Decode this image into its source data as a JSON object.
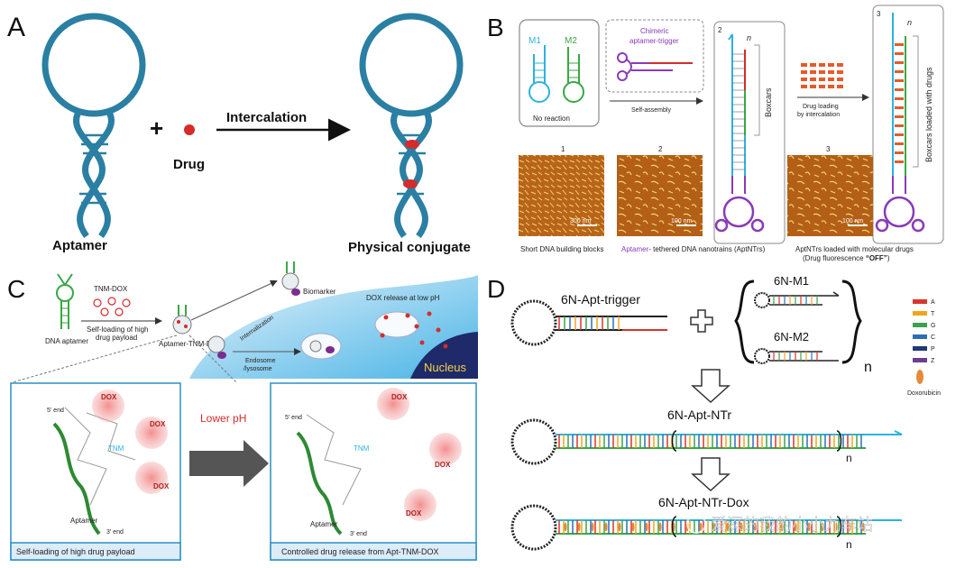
{
  "panelA": {
    "label": "A",
    "aptamer": "Aptamer",
    "plus": "+",
    "drug": "Drug",
    "intercalation": "Intercalation",
    "conjugate": "Physical conjugate"
  },
  "panelB": {
    "label": "B",
    "m1": "M1",
    "m2": "M2",
    "no_reaction": "No reaction",
    "chimeric": "Chimeric",
    "aptamer_trigger": "aptamer-trigger",
    "self_assembly": "Self-assembly",
    "step2": "2",
    "step3": "3",
    "n": "n",
    "boxcars": "Boxcars",
    "drug_loading_1": "Drug loading",
    "drug_loading_2": "by intercalation",
    "boxcars_loaded": "Boxcars loaded with drugs",
    "afm1_num": "1",
    "afm2_num": "2",
    "afm3_num": "3",
    "scale1": "300 nm",
    "scale2": "100 nm",
    "scale3": "100 nm",
    "cap1": "Short DNA building blocks",
    "cap2_colored": "Aptamer",
    "cap2_rest": "- tethered DNA nanotrains (AptNTrs)",
    "cap3_line1": "AptNTrs loaded with molecular drugs",
    "cap3_line2a": "(Drug fluorescence ",
    "cap3_line2b": "“OFF”",
    "cap3_line2c": ")"
  },
  "panelC": {
    "label": "C",
    "tnm_dox": "TNM-DOX",
    "self_loading_1": "Self-loading of high",
    "self_loading_2": "drug payload",
    "dna_aptamer": "DNA aptamer",
    "apt_tnm_dox": "Aptamer-TNM-DOX",
    "biomarker": "Biomarker",
    "internalization": "Internalization",
    "endosome_1": "Endosome",
    "endosome_2": "/lysosome",
    "dox_release": "DOX release at low pH",
    "nucleus": "Nucleus",
    "five_end_l": "5' end",
    "three_end_l": "3' end",
    "tnm_l": "TNM",
    "aptamer_l": "Aptamer",
    "dox": "DOX",
    "lower_ph": "Lower pH",
    "five_end_r": "5' end",
    "three_end_r": "3' end",
    "tnm_r": "TNM",
    "aptamer_r": "Aptamer",
    "cap_left": "Self-loading of high drug payload",
    "cap_right": "Controlled drug release from Apt-TNM-DOX"
  },
  "panelD": {
    "label": "D",
    "apt_trigger": "6N-Apt-trigger",
    "m1": "6N-M1",
    "m2": "6N-M2",
    "n_brace": "n",
    "apt_ntr": "6N-Apt-NTr",
    "n_ntr": "n",
    "apt_ntr_dox": "6N-Apt-NTr-Dox",
    "n_dox": "n",
    "legend": [
      {
        "letter": "A",
        "color": "#d9352b"
      },
      {
        "letter": "T",
        "color": "#f2a51c"
      },
      {
        "letter": "G",
        "color": "#3aa24a"
      },
      {
        "letter": "C",
        "color": "#2d6fb6"
      },
      {
        "letter": "P",
        "color": "#1f3a73"
      },
      {
        "letter": "Z",
        "color": "#6a3d8f"
      }
    ],
    "doxorubicin": "Doxorubicin"
  },
  "watermark": "爱深的我的小小九车站",
  "colors": {
    "dna_blue": "#2a7fa3",
    "drug_red": "#d62b2b",
    "purple": "#8a3ab9",
    "green": "#39a845",
    "cyan": "#2bb3e0"
  }
}
